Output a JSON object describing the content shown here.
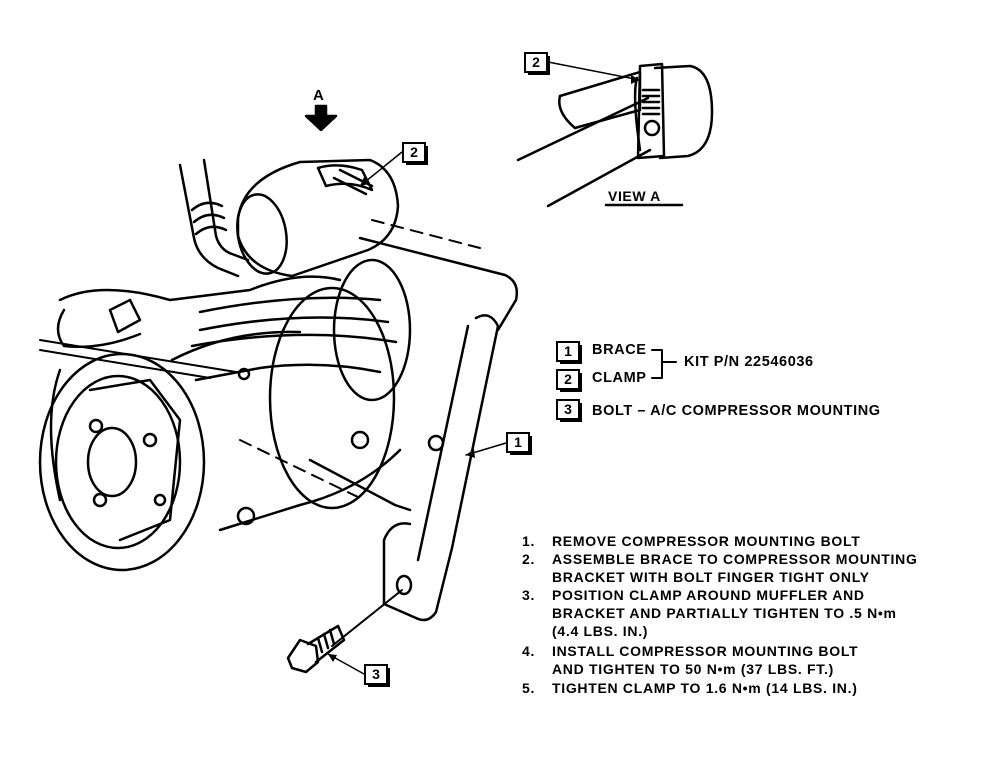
{
  "callouts": {
    "c1": "1",
    "c2": "2",
    "c3": "3",
    "view_c2": "2"
  },
  "arrow_label": "A",
  "view_label": "VIEW A",
  "legend": {
    "items": [
      {
        "num": "1",
        "label": "BRACE"
      },
      {
        "num": "2",
        "label": "CLAMP"
      },
      {
        "num": "3",
        "label": "BOLT – A/C COMPRESSOR MOUNTING"
      }
    ],
    "kit_label": "KIT P/N 22546036"
  },
  "steps": [
    {
      "num": "1.",
      "lines": [
        "REMOVE COMPRESSOR MOUNTING BOLT"
      ]
    },
    {
      "num": "2.",
      "lines": [
        "ASSEMBLE BRACE TO COMPRESSOR MOUNTING",
        "BRACKET WITH BOLT FINGER TIGHT ONLY"
      ]
    },
    {
      "num": "3.",
      "lines": [
        "POSITION CLAMP AROUND MUFFLER AND",
        "BRACKET AND PARTIALLY TIGHTEN TO .5 N•m",
        "(4.4 LBS. IN.)"
      ]
    },
    {
      "num": "4.",
      "lines": [
        "INSTALL COMPRESSOR MOUNTING BOLT",
        "AND TIGHTEN TO 50 N•m (37 LBS. FT.)"
      ]
    },
    {
      "num": "5.",
      "lines": [
        "TIGHTEN CLAMP TO 1.6 N•m (14 LBS. IN.)"
      ]
    }
  ]
}
